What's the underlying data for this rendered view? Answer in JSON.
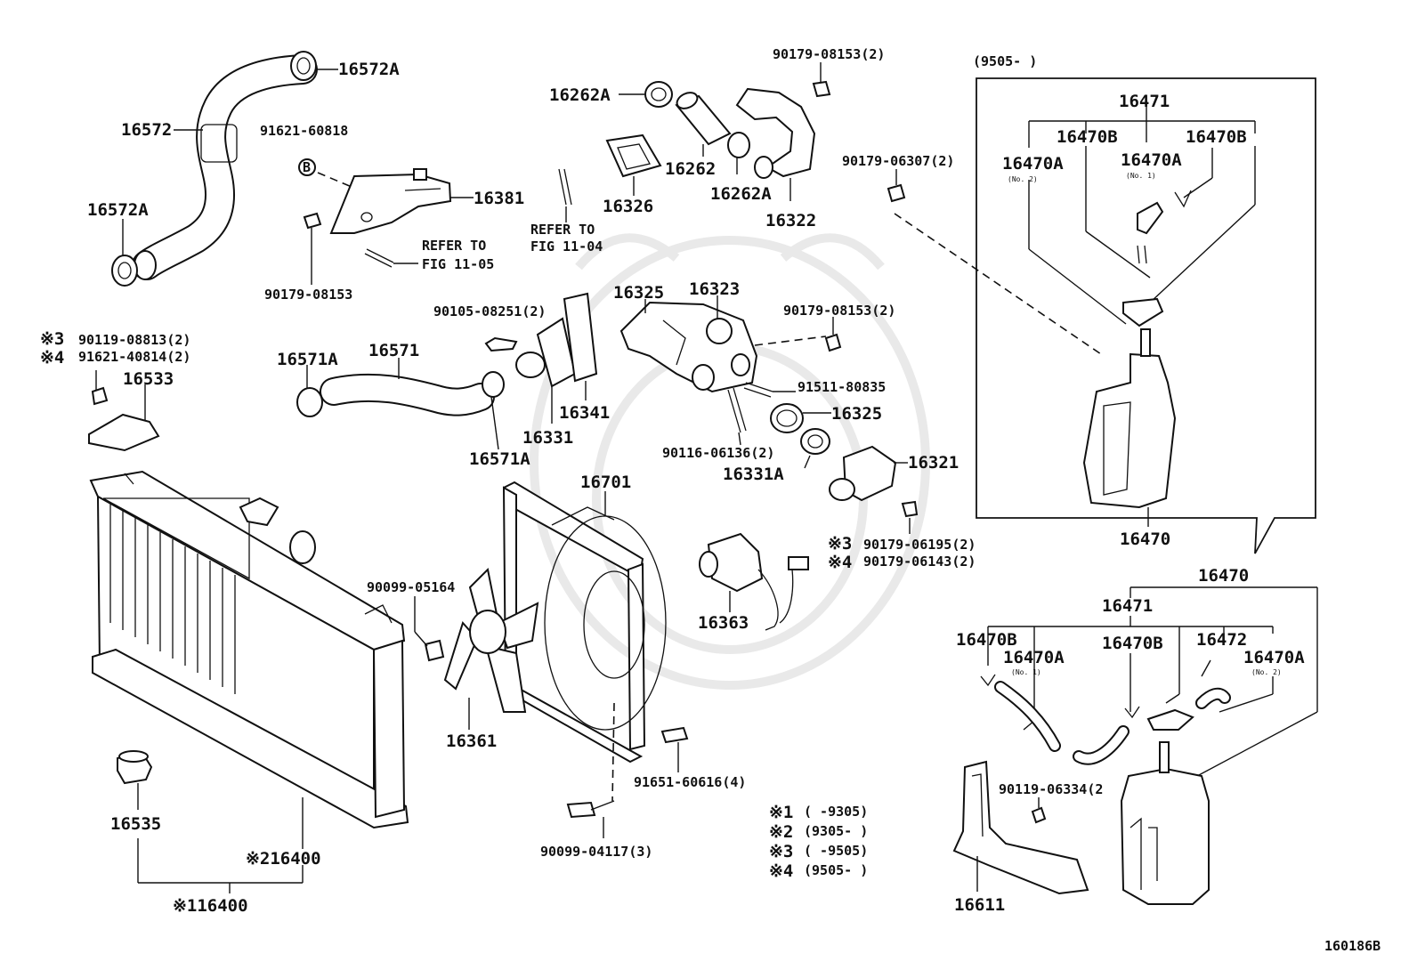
{
  "diagram_code": "160186B",
  "labels": {
    "p16572A_top": "16572A",
    "p16572": "16572",
    "p16572A_bot": "16572A",
    "p91621_60818": "91621-60818",
    "circle_B": "B",
    "p16381": "16381",
    "refer_11_05_a": "REFER TO",
    "refer_11_05_b": "FIG 11-05",
    "p90179_08153_a": "90179-08153",
    "p16262A_a": "16262A",
    "p16262": "16262",
    "p16326": "16326",
    "refer_11_04_a": "REFER TO",
    "refer_11_04_b": "FIG 11-04",
    "p90179_08153_2a": "90179-08153(2)",
    "p16262A_b": "16262A",
    "p16322": "16322",
    "p90179_06307": "90179-06307(2)",
    "date_range_box": "(9505-      )",
    "p16471_a": "16471",
    "p16470B_a1": "16470B",
    "p16470B_a2": "16470B",
    "p16470A_a1": "16470A",
    "p16470A_a1_note": "(No. 2)",
    "p16470A_a2": "16470A",
    "p16470A_a2_note": "(No. 1)",
    "p16470_a": "16470",
    "mark_3_a": "※3",
    "mark_4_a": "※4",
    "p90119_08813": "90119-08813(2)",
    "p91621_40814": "91621-40814(2)",
    "p16533": "16533",
    "p16571A_a": "16571A",
    "p16571": "16571",
    "p90105_08251": "90105-08251(2)",
    "p16331": "16331",
    "p16341": "16341",
    "p16571A_b": "16571A",
    "p16325_a": "16325",
    "p16323": "16323",
    "p90179_08153_2b": "90179-08153(2)",
    "p91511_80835": "91511-80835",
    "p16325_b": "16325",
    "p90116_06136": "90116-06136(2)",
    "p16331A": "16331A",
    "p16321": "16321",
    "p16701": "16701",
    "mark_3_b": "※3",
    "mark_4_b": "※4",
    "p90179_06195": "90179-06195(2)",
    "p90179_06143": "90179-06143(2)",
    "p90099_05164": "90099-05164",
    "p16363": "16363",
    "p16361": "16361",
    "p91651_60616": "91651-60616(4)",
    "p90099_04117": "90099-04117(3)",
    "p16535": "16535",
    "p16400_2": "※216400",
    "p16400_1": "※116400",
    "p16470_b": "16470",
    "p16471_b": "16471",
    "p16470B_b1": "16470B",
    "p16470A_b1": "16470A",
    "p16470A_b1_note": "(No. 1)",
    "p16470B_b2": "16470B",
    "p16472": "16472",
    "p16470A_b2": "16470A",
    "p16470A_b2_note": "(No. 2)",
    "p90119_06334": "90119-06334(2",
    "p16611": "16611"
  },
  "legend": [
    {
      "mark": "※1",
      "range": "(      -9305)"
    },
    {
      "mark": "※2",
      "range": "(9305-      )"
    },
    {
      "mark": "※3",
      "range": "(      -9505)"
    },
    {
      "mark": "※4",
      "range": "(9505-      )"
    }
  ]
}
